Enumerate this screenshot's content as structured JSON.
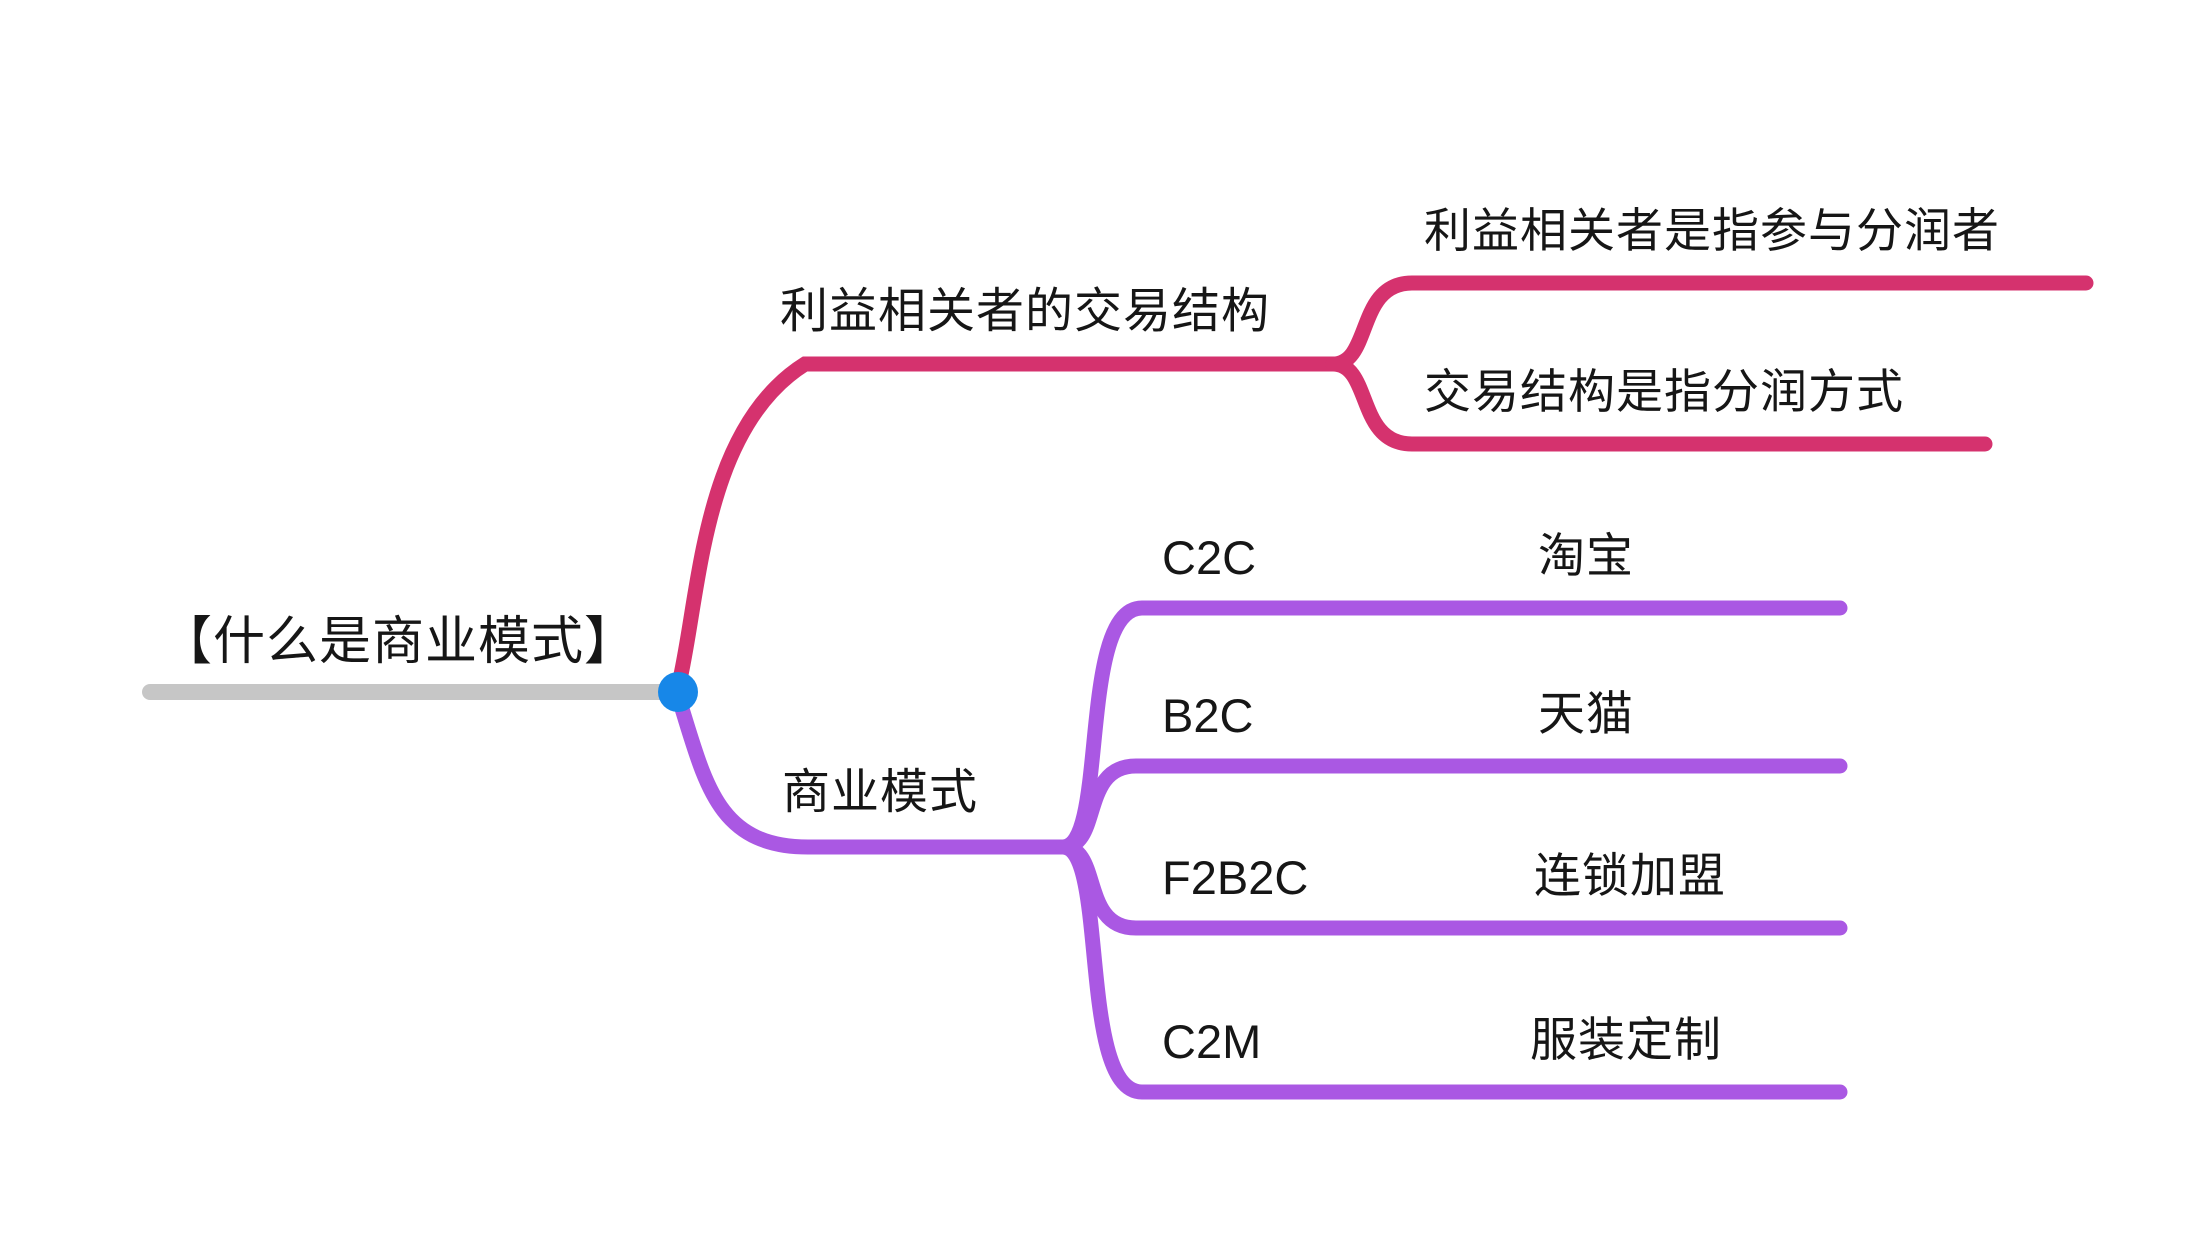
{
  "root": {
    "label": "【什么是商业模式】"
  },
  "branches": [
    {
      "label": "利益相关者的交易结构",
      "color": "#D5326E",
      "children": [
        {
          "label": "利益相关者是指参与分润者"
        },
        {
          "label": "交易结构是指分润方式"
        }
      ]
    },
    {
      "label": "商业模式",
      "color": "#AA58E3",
      "children": [
        {
          "label": "C2C",
          "example": "淘宝"
        },
        {
          "label": "B2C",
          "example": "天猫"
        },
        {
          "label": "F2B2C",
          "example": "连锁加盟"
        },
        {
          "label": "C2M",
          "example": "服装定制"
        }
      ]
    }
  ],
  "colors": {
    "background": "#FFFFFF",
    "root_line": "#C6C6C6",
    "branch1_line": "#D5326E",
    "branch2_line": "#AA58E3",
    "root_dot": "#1787E8",
    "text": "#161616"
  }
}
